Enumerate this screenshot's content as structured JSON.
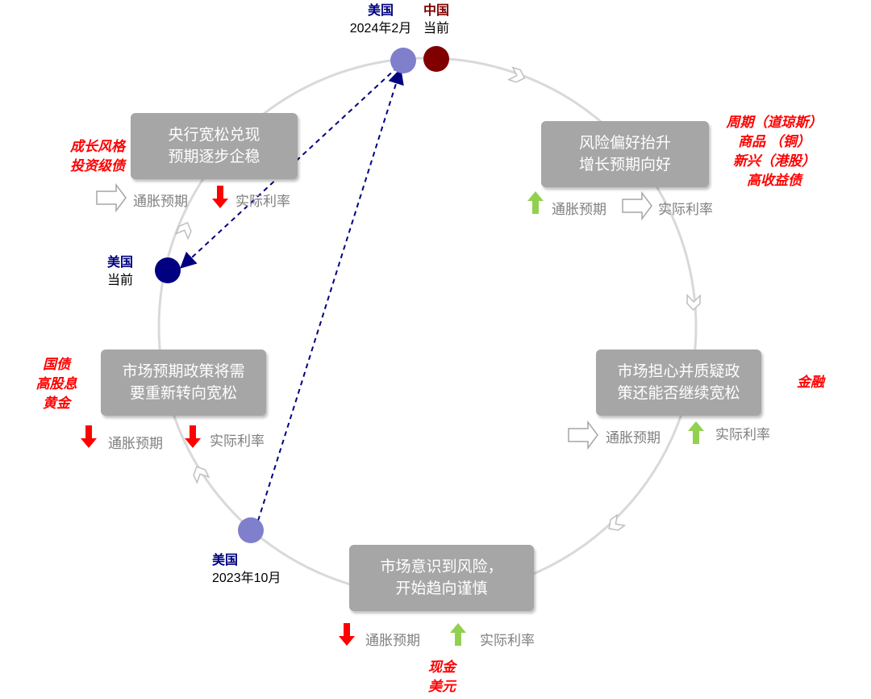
{
  "cycle_stages": [
    {
      "id": "s1",
      "line1": "央行宽松兑现",
      "line2": "预期逐步企稳",
      "inflation": "通胀预期",
      "inflation_dir": "flat",
      "real_rate": "实际利率",
      "real_rate_dir": "down",
      "assets": [
        "成长风格",
        "投资级债"
      ]
    },
    {
      "id": "s2",
      "line1": "风险偏好抬升",
      "line2": "增长预期向好",
      "inflation": "通胀预期",
      "inflation_dir": "up",
      "real_rate": "实际利率",
      "real_rate_dir": "flat",
      "assets": [
        "周期（道琼斯）",
        "商品 （铜）",
        "新兴（港股）",
        "高收益债"
      ]
    },
    {
      "id": "s3",
      "line1": "市场担心并质疑政",
      "line2": "策还能否继续宽松",
      "inflation": "通胀预期",
      "inflation_dir": "flat",
      "real_rate": "实际利率",
      "real_rate_dir": "up",
      "assets": [
        "金融"
      ]
    },
    {
      "id": "s4",
      "line1": "市场意识到风险，",
      "line2": "开始趋向谨慎",
      "inflation": "通胀预期",
      "inflation_dir": "down",
      "real_rate": "实际利率",
      "real_rate_dir": "up",
      "assets": [
        "现金",
        "美元"
      ]
    },
    {
      "id": "s5",
      "line1": "市场预期政策将需",
      "line2": "要重新转向宽松",
      "inflation": "通胀预期",
      "inflation_dir": "down",
      "real_rate": "实际利率",
      "real_rate_dir": "down",
      "assets": [
        "国债",
        "高股息",
        "黄金"
      ]
    }
  ],
  "markers": {
    "us_2024_feb": {
      "country": "美国",
      "date": "2024年2月"
    },
    "china_now": {
      "country": "中国",
      "date": "当前"
    },
    "us_now": {
      "country": "美国",
      "date": "当前"
    },
    "us_2023_oct": {
      "country": "美国",
      "date": "2023年10月"
    }
  },
  "colors": {
    "box": "#a6a6a6",
    "circle": "#d9d9d9",
    "arrow_up": "#92d050",
    "arrow_down": "#ff0000",
    "us_past": "#7f7fcc",
    "us_now": "#000080",
    "china": "#800000",
    "asset_text": "#ff0000",
    "path": "#000080"
  }
}
